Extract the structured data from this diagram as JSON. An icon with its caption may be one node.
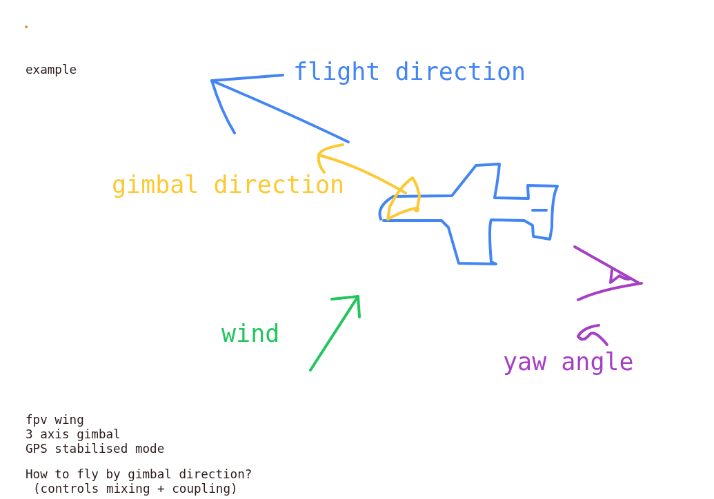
{
  "diagram": {
    "labels": [
      "example",
      "flight direction",
      "gimbal direction",
      "wind",
      "yaw angle",
      "fpv wing",
      "3 axis gimbal",
      "GPS stabilised mode",
      "How to fly by gimbal direction?",
      "(controls mixing + coupling)"
    ]
  }
}
